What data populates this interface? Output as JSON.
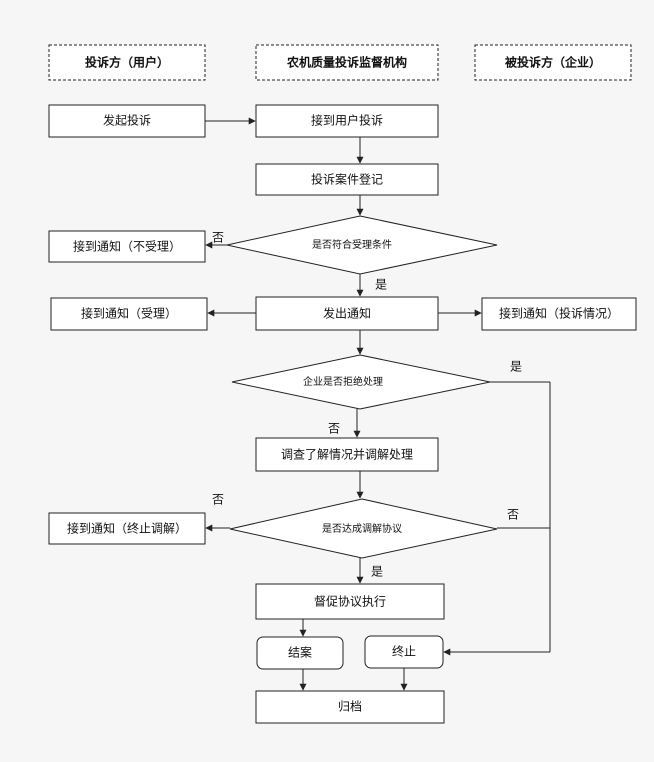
{
  "lanes": {
    "user": "投诉方（用户）",
    "agency": "农机质量投诉监督机构",
    "company": "被投诉方（企业）"
  },
  "nodes": {
    "initiate": "发起投诉",
    "receive": "接到用户投诉",
    "register": "投诉案件登记",
    "check_conditions": "是否符合受理条件",
    "notice_reject": "接到通知（不受理）",
    "issue_notice": "发出通知",
    "notice_accept": "接到通知（受理）",
    "notice_complaint": "接到通知（投诉情况）",
    "company_refuse": "企业是否拒绝处理",
    "investigate": "调查了解情况并调解处理",
    "agreement": "是否达成调解协议",
    "notice_end": "接到通知（终止调解）",
    "supervise": "督促协议执行",
    "close_case": "结案",
    "terminate": "终止",
    "archive": "归档"
  },
  "labels": {
    "no": "否",
    "yes": "是"
  }
}
